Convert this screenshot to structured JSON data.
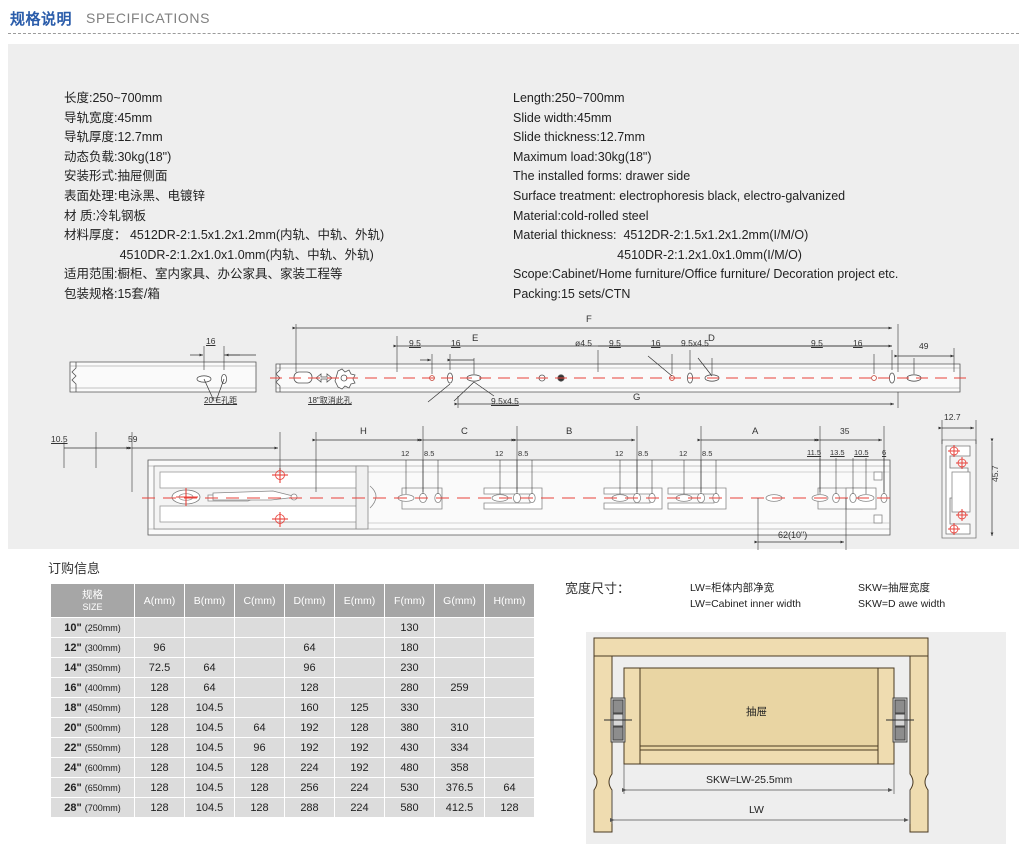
{
  "header": {
    "title_cn": "规格说明",
    "title_en": "SPECIFICATIONS",
    "accent_color": "#2a5caa"
  },
  "specs_cn": [
    "长度:250~700mm",
    "导轨宽度:45mm",
    "导轨厚度:12.7mm",
    "动态负载:30kg(18\")",
    "安装形式:抽屉侧面",
    "表面处理:电泳黑、电镀锌",
    "材 质:冷轧钢板",
    "材料厚度： 4512DR-2:1.5x1.2x1.2mm(内轨、中轨、外轨)",
    "                4510DR-2:1.2x1.0x1.0mm(内轨、中轨、外轨)",
    "适用范围:橱柜、室内家具、办公家具、家装工程等",
    "包装规格:15套/箱"
  ],
  "specs_en": [
    "Length:250~700mm",
    "Slide width:45mm",
    "Slide thickness:12.7mm",
    "Maximum load:30kg(18\")",
    "The installed forms: drawer side",
    "Surface treatment: electrophoresis black, electro-galvanized",
    "Material:cold-rolled steel",
    "Material thickness:  4512DR-2:1.5x1.2x1.2mm(I/M/O)",
    "                              4510DR-2:1.2x1.0x1.0mm(I/M/O)",
    "Scope:Cabinet/Home furniture/Office furniture/ Decoration project etc.",
    "Packing:15 sets/CTN"
  ],
  "drawing_top": {
    "note_left": "20\"E孔距",
    "note_hole": "18\"取消此孔",
    "labels": {
      "l16a": "16",
      "l95a": "9.5",
      "l16b": "16",
      "dia45": "ø4.5",
      "l95b": "9.5",
      "l16c": "16",
      "hole95x45a": "9.5x4.5",
      "hole95x45b": "9.5x4.5",
      "l95c": "9.5",
      "l16d": "16",
      "l49": "49",
      "F": "F",
      "E": "E",
      "D": "D",
      "G": "G"
    }
  },
  "drawing_bottom": {
    "labels": {
      "l105": "10.5",
      "l59": "59",
      "H": "H",
      "C": "C",
      "B": "B",
      "A": "A",
      "l35": "35",
      "p12a": "12",
      "p85a": "8.5",
      "p12b": "12",
      "p85b": "8.5",
      "p12c": "12",
      "p85c": "8.5",
      "p12d": "12",
      "p85d": "8.5",
      "l115": "11.5",
      "l135": "13.5",
      "l105b": "10.5",
      "l6": "6",
      "l62": "62(10\")"
    }
  },
  "cross_section": {
    "width": "12.7",
    "height": "45.7"
  },
  "ordering": {
    "title": "订购信息",
    "columns": [
      "规格\nSIZE",
      "A(mm)",
      "B(mm)",
      "C(mm)",
      "D(mm)",
      "E(mm)",
      "F(mm)",
      "G(mm)",
      "H(mm)"
    ],
    "size_header_cn": "规格",
    "size_header_en": "SIZE",
    "rows": [
      {
        "size": "10\"",
        "mm": "(250mm)",
        "A": "",
        "B": "",
        "C": "",
        "D": "",
        "E": "",
        "F": "130",
        "G": "",
        "H": ""
      },
      {
        "size": "12\"",
        "mm": "(300mm)",
        "A": "96",
        "B": "",
        "C": "",
        "D": "64",
        "E": "",
        "F": "180",
        "G": "",
        "H": ""
      },
      {
        "size": "14\"",
        "mm": "(350mm)",
        "A": "72.5",
        "B": "64",
        "C": "",
        "D": "96",
        "E": "",
        "F": "230",
        "G": "",
        "H": ""
      },
      {
        "size": "16\"",
        "mm": "(400mm)",
        "A": "128",
        "B": "64",
        "C": "",
        "D": "128",
        "E": "",
        "F": "280",
        "G": "259",
        "H": ""
      },
      {
        "size": "18\"",
        "mm": "(450mm)",
        "A": "128",
        "B": "104.5",
        "C": "",
        "D": "160",
        "E": "125",
        "F": "330",
        "G": "",
        "H": ""
      },
      {
        "size": "20\"",
        "mm": "(500mm)",
        "A": "128",
        "B": "104.5",
        "C": "64",
        "D": "192",
        "E": "128",
        "F": "380",
        "G": "310",
        "H": ""
      },
      {
        "size": "22\"",
        "mm": "(550mm)",
        "A": "128",
        "B": "104.5",
        "C": "96",
        "D": "192",
        "E": "192",
        "F": "430",
        "G": "334",
        "H": ""
      },
      {
        "size": "24\"",
        "mm": "(600mm)",
        "A": "128",
        "B": "104.5",
        "C": "128",
        "D": "224",
        "E": "192",
        "F": "480",
        "G": "358",
        "H": ""
      },
      {
        "size": "26\"",
        "mm": "(650mm)",
        "A": "128",
        "B": "104.5",
        "C": "128",
        "D": "256",
        "E": "224",
        "F": "530",
        "G": "376.5",
        "H": "64"
      },
      {
        "size": "28\"",
        "mm": "(700mm)",
        "A": "128",
        "B": "104.5",
        "C": "128",
        "D": "288",
        "E": "224",
        "F": "580",
        "G": "412.5",
        "H": "128"
      }
    ]
  },
  "width_section": {
    "label": "宽度尺寸：",
    "legend": [
      "LW=柜体内部净宽",
      "LW=Cabinet inner width",
      "SKW=抽屉宽度",
      "SKW=D awe  width"
    ],
    "drawer_label": "抽屉",
    "skw_dim": "SKW=LW-25.5mm",
    "lw_dim": "LW"
  }
}
